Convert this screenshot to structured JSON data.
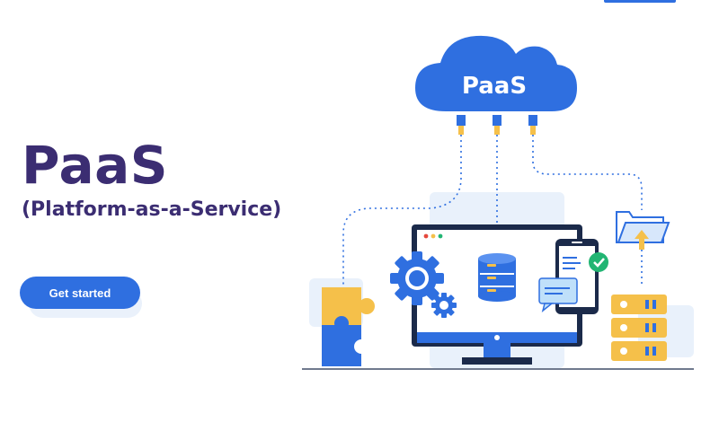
{
  "hero": {
    "title": "PaaS",
    "subtitle": "(Platform-as-a-Service)",
    "cta_label": "Get started"
  },
  "illustration": {
    "cloud_label": "PaaS",
    "icons": [
      "cloud-icon",
      "monitor-icon",
      "gear-icon",
      "database-icon",
      "smartphone-icon",
      "check-icon",
      "chat-bubble-icon",
      "folder-upload-icon",
      "server-icon",
      "puzzle-icon"
    ]
  },
  "colors": {
    "title": "#3b2d72",
    "primary": "#2f6fe0",
    "accent": "#f5c04a",
    "panel": "#e9f1fb",
    "success": "#22b573"
  }
}
